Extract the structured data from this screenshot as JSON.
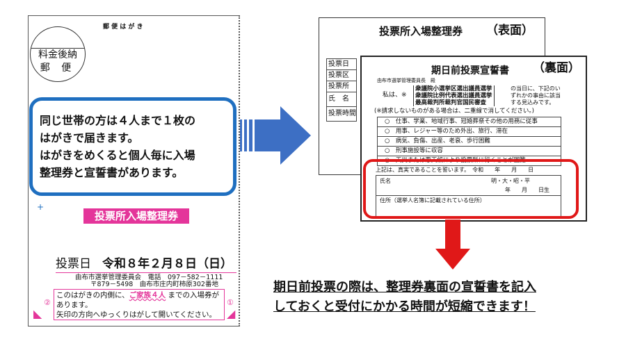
{
  "postcard": {
    "header": "郵 便 は が き",
    "stamp": {
      "line1": "料金後納",
      "line2": "郵 便"
    },
    "callout": [
      "同じ世帯の方は４人まで１枚の",
      "はがきで届きます。",
      "はがきをめくると個人毎に入場",
      "整理券と宣誓書があります。"
    ],
    "ticket_label": "投票所入場整理券",
    "vote_day_label": "投票日",
    "vote_day": "令和８年２月８日（日）",
    "address1": "由布市選挙管理委員会　電話　097－582－1111",
    "address2": "〒879－5498　由布市庄内町柿原302番地",
    "note_pre": "このはがきの内側に、",
    "note_hl": "ご家族４人",
    "note_post": " までの入場券が",
    "note2": "あります。",
    "note3": "矢印の方向へゆっくりはがして開いてください。",
    "mark1": "①",
    "mark2": "②"
  },
  "front": {
    "title": "投票所入場整理券",
    "side": "（表面）",
    "rows": [
      "投票日",
      "投票区",
      "投票所",
      "氏　名",
      "投票時間"
    ]
  },
  "back": {
    "title": "期日前投票宣誓書",
    "side": "（裏面）",
    "to": "由布市選挙管理委員長　殿",
    "i_am": "私は、※",
    "elections": [
      "衆議院小選挙区選出議員選挙",
      "衆議院比例代表選出議員選挙",
      "最高裁判所裁判官国民審査"
    ],
    "suffix": [
      "の当日に、下記のい",
      "ずれかの事由に該当",
      "する見込みです。"
    ],
    "instruction": "(※請求しないものがある場合は、二重線で消してください。)",
    "reasons": [
      "○　仕事、学業、地域行事、冠婚葬祭その他の用務に従事",
      "○　用事、レジャー等のため外出、旅行、滞在",
      "○　病気、負傷、出産、老衰、歩行困難",
      "○　刑事施設等に収容",
      "○　天災または悪天候により投票所に行くことが困難"
    ],
    "oath": "上記は、真実であることを誓います。　令和　　年　　月　　日",
    "name": "氏名",
    "era": "明・大・昭・平",
    "birth": "年　　月　　日生",
    "address": "住所（選挙人名簿に記載されている住所）"
  },
  "caption": [
    "期日前投票の際は、整理券裏面の宣誓書を記入",
    "しておくと受付にかかる時間が短縮できます！"
  ],
  "colors": {
    "blue": "#1f6fc0",
    "pink": "#e4359a",
    "red": "#e01818",
    "arrow_blue": "#3d6fc4"
  }
}
